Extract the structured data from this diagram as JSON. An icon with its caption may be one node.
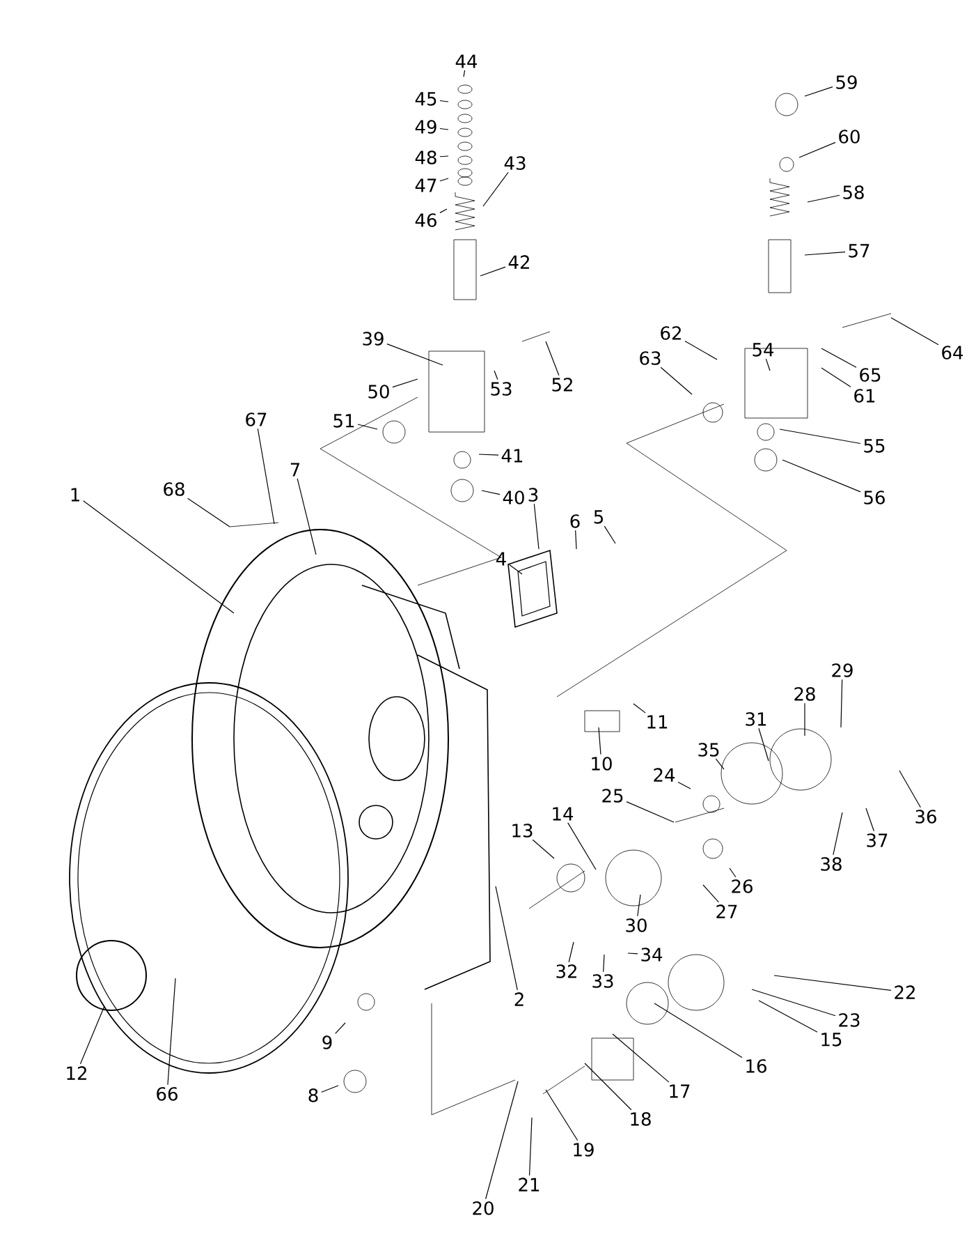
{
  "diagram": {
    "nodes": [
      {
        "text": [
          "44"
        ]
      },
      {
        "text": [
          "59"
        ]
      },
      {
        "text": [
          "45"
        ]
      },
      {
        "text": [
          "49"
        ]
      },
      {
        "text": [
          "60"
        ]
      },
      {
        "text": [
          "48"
        ]
      },
      {
        "text": [
          "43"
        ]
      },
      {
        "text": [
          "47"
        ]
      },
      {
        "text": [
          "58"
        ]
      },
      {
        "text": [
          "46"
        ]
      },
      {
        "text": [
          "57"
        ]
      },
      {
        "text": [
          "42"
        ]
      },
      {
        "text": [
          "62"
        ]
      },
      {
        "text": [
          "39"
        ]
      },
      {
        "text": [
          "54"
        ]
      },
      {
        "text": [
          "64"
        ]
      },
      {
        "text": [
          "63"
        ]
      },
      {
        "text": [
          "65"
        ]
      },
      {
        "text": [
          "52"
        ]
      },
      {
        "text": [
          "53"
        ]
      },
      {
        "text": [
          "50"
        ]
      },
      {
        "text": [
          "61"
        ]
      },
      {
        "text": [
          "51"
        ]
      },
      {
        "text": [
          "67"
        ]
      },
      {
        "text": [
          "55"
        ]
      },
      {
        "text": [
          "41"
        ]
      },
      {
        "text": [
          "7"
        ]
      },
      {
        "text": [
          "68"
        ]
      },
      {
        "text": [
          "1"
        ]
      },
      {
        "text": [
          "3"
        ]
      },
      {
        "text": [
          "40"
        ]
      },
      {
        "text": [
          "56"
        ]
      },
      {
        "text": [
          "6"
        ]
      },
      {
        "text": [
          "5"
        ]
      },
      {
        "text": [
          "4"
        ]
      },
      {
        "text": [
          "29"
        ]
      },
      {
        "text": [
          "28"
        ]
      },
      {
        "text": [
          "31"
        ]
      },
      {
        "text": [
          "11"
        ]
      },
      {
        "text": [
          "35"
        ]
      },
      {
        "text": [
          "10"
        ]
      },
      {
        "text": [
          "24"
        ]
      },
      {
        "text": [
          "25"
        ]
      },
      {
        "text": [
          "14"
        ]
      },
      {
        "text": [
          "36"
        ]
      },
      {
        "text": [
          "13"
        ]
      },
      {
        "text": [
          "37"
        ]
      },
      {
        "text": [
          "38"
        ]
      },
      {
        "text": [
          "26"
        ]
      },
      {
        "text": [
          "27"
        ]
      },
      {
        "text": [
          "30"
        ]
      },
      {
        "text": [
          "34"
        ]
      },
      {
        "text": [
          "32"
        ]
      },
      {
        "text": [
          "33"
        ]
      },
      {
        "text": [
          "22"
        ]
      },
      {
        "text": [
          "2"
        ]
      },
      {
        "text": [
          "23"
        ]
      },
      {
        "text": [
          "15"
        ]
      },
      {
        "text": [
          "9"
        ]
      },
      {
        "text": [
          "16"
        ]
      },
      {
        "text": [
          "12"
        ]
      },
      {
        "text": [
          "17"
        ]
      },
      {
        "text": [
          "66"
        ]
      },
      {
        "text": [
          "8"
        ]
      },
      {
        "text": [
          "18"
        ]
      },
      {
        "text": [
          "19"
        ]
      },
      {
        "text": [
          "21"
        ]
      },
      {
        "text": [
          "20"
        ]
      }
    ],
    "edges": [
      {
        "from": 0,
        "to": null,
        "arrow": "none"
      },
      {
        "from": 1,
        "to": null,
        "arrow": "none"
      },
      {
        "from": 2,
        "to": null,
        "arrow": "none"
      },
      {
        "from": 3,
        "to": null,
        "arrow": "none"
      },
      {
        "from": 4,
        "to": null,
        "arrow": "none"
      },
      {
        "from": 5,
        "to": null,
        "arrow": "none"
      },
      {
        "from": 6,
        "to": null,
        "arrow": "none"
      },
      {
        "from": 7,
        "to": null,
        "arrow": "none"
      },
      {
        "from": 8,
        "to": null,
        "arrow": "none"
      },
      {
        "from": 9,
        "to": null,
        "arrow": "none"
      },
      {
        "from": 10,
        "to": null,
        "arrow": "none"
      },
      {
        "from": 11,
        "to": null,
        "arrow": "none"
      },
      {
        "from": 12,
        "to": null,
        "arrow": "none"
      },
      {
        "from": 13,
        "to": null,
        "arrow": "none"
      },
      {
        "from": 14,
        "to": null,
        "arrow": "none"
      },
      {
        "from": 15,
        "to": null,
        "arrow": "none"
      },
      {
        "from": 16,
        "to": null,
        "arrow": "none"
      },
      {
        "from": 17,
        "to": null,
        "arrow": "none"
      },
      {
        "from": 18,
        "to": null,
        "arrow": "none"
      },
      {
        "from": 19,
        "to": null,
        "arrow": "none"
      },
      {
        "from": 20,
        "to": null,
        "arrow": "none"
      },
      {
        "from": 21,
        "to": null,
        "arrow": "none"
      },
      {
        "from": 22,
        "to": null,
        "arrow": "none"
      },
      {
        "from": 23,
        "to": null,
        "arrow": "none"
      },
      {
        "from": 24,
        "to": null,
        "arrow": "none"
      },
      {
        "from": 25,
        "to": null,
        "arrow": "none"
      },
      {
        "from": 26,
        "to": null,
        "arrow": "none"
      },
      {
        "from": 27,
        "to": null,
        "arrow": "none"
      },
      {
        "from": 28,
        "to": null,
        "arrow": "none"
      },
      {
        "from": 29,
        "to": null,
        "arrow": "none"
      },
      {
        "from": 30,
        "to": null,
        "arrow": "none"
      },
      {
        "from": 31,
        "to": null,
        "arrow": "none"
      },
      {
        "from": 32,
        "to": null,
        "arrow": "none"
      },
      {
        "from": 33,
        "to": null,
        "arrow": "none"
      },
      {
        "from": 34,
        "to": null,
        "arrow": "none"
      },
      {
        "from": 35,
        "to": null,
        "arrow": "none"
      },
      {
        "from": 36,
        "to": null,
        "arrow": "none"
      },
      {
        "from": 37,
        "to": null,
        "arrow": "none"
      },
      {
        "from": 38,
        "to": null,
        "arrow": "none"
      },
      {
        "from": 39,
        "to": null,
        "arrow": "none"
      },
      {
        "from": 40,
        "to": null,
        "arrow": "none"
      },
      {
        "from": 41,
        "to": null,
        "arrow": "none"
      },
      {
        "from": 42,
        "to": null,
        "arrow": "none"
      },
      {
        "from": 43,
        "to": null,
        "arrow": "none"
      },
      {
        "from": 44,
        "to": null,
        "arrow": "none"
      },
      {
        "from": 45,
        "to": null,
        "arrow": "none"
      },
      {
        "from": 46,
        "to": null,
        "arrow": "none"
      },
      {
        "from": 47,
        "to": null,
        "arrow": "none"
      },
      {
        "from": 48,
        "to": null,
        "arrow": "none"
      },
      {
        "from": 49,
        "to": null,
        "arrow": "none"
      },
      {
        "from": 50,
        "to": null,
        "arrow": "none"
      },
      {
        "from": 51,
        "to": null,
        "arrow": "none"
      },
      {
        "from": 52,
        "to": null,
        "arrow": "none"
      },
      {
        "from": 53,
        "to": null,
        "arrow": "none"
      },
      {
        "from": 54,
        "to": null,
        "arrow": "none"
      },
      {
        "from": 55,
        "to": null,
        "arrow": "none"
      },
      {
        "from": 56,
        "to": null,
        "arrow": "none"
      },
      {
        "from": 57,
        "to": null,
        "arrow": "none"
      },
      {
        "from": 58,
        "to": null,
        "arrow": "none"
      },
      {
        "from": 59,
        "to": null,
        "arrow": "none"
      },
      {
        "from": 60,
        "to": null,
        "arrow": "none"
      },
      {
        "from": 61,
        "to": null,
        "arrow": "none"
      },
      {
        "from": 62,
        "to": null,
        "arrow": "none"
      },
      {
        "from": 63,
        "to": null,
        "arrow": "none"
      },
      {
        "from": 64,
        "to": null,
        "arrow": "none"
      },
      {
        "from": 65,
        "to": null,
        "arrow": "none"
      },
      {
        "from": 66,
        "to": null,
        "arrow": "none"
      },
      {
        "from": 67,
        "to": null,
        "arrow": "none"
      }
    ]
  }
}
